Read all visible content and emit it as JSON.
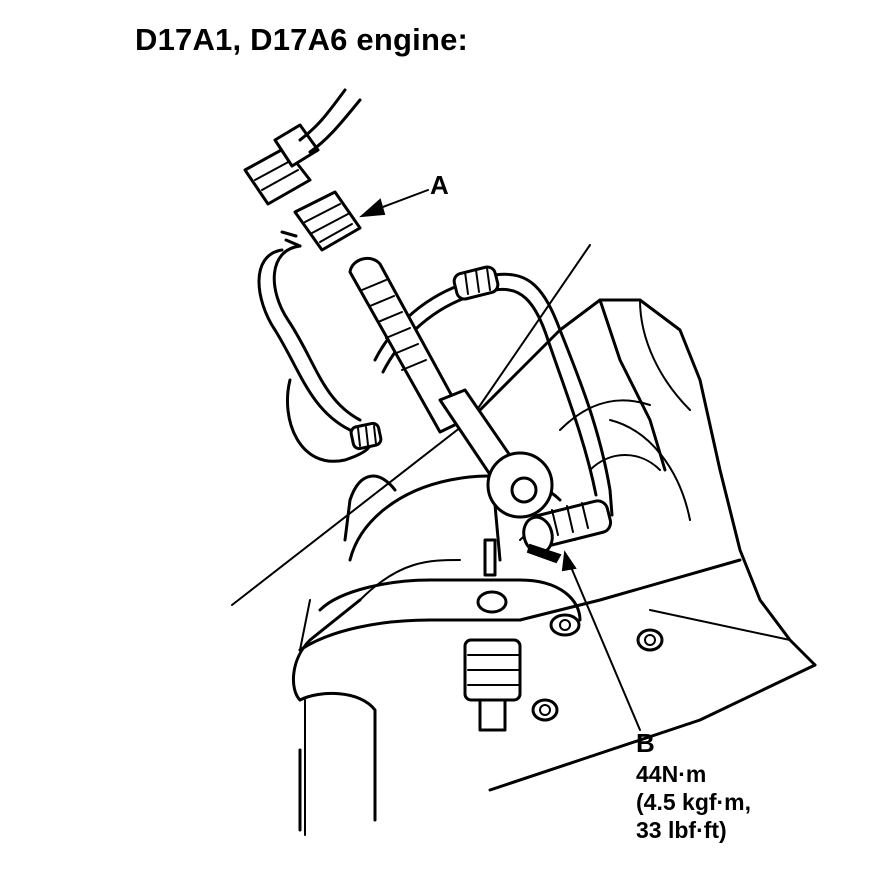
{
  "title": "D17A1, D17A6 engine:",
  "callouts": {
    "a": "A",
    "b": "B"
  },
  "torque": {
    "line1": "44N·m",
    "line2": "(4.5 kgf·m,",
    "line3": "33 lbf·ft)"
  }
}
